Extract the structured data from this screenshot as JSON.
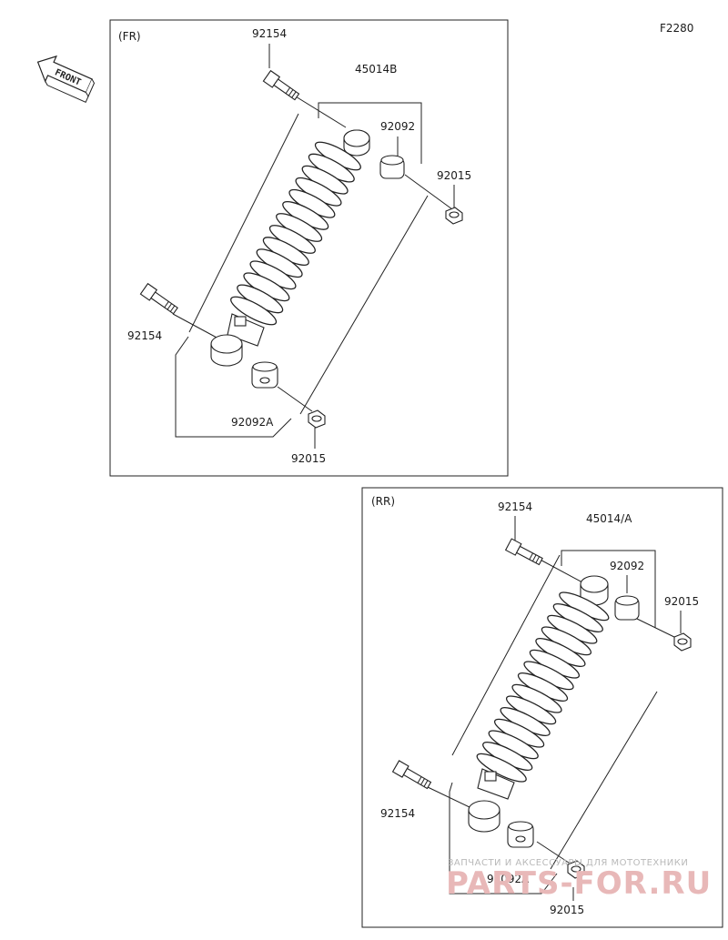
{
  "figure_code": "F2280",
  "front_label": "FRONT",
  "colors": {
    "line": "#222222",
    "watermark_red": "#e8b8b8",
    "watermark_gray": "#b9b9b9"
  },
  "sections": [
    {
      "id": "front",
      "title": "(FR)",
      "labels": {
        "bolt_top": "92154",
        "assembly": "45014B",
        "bushing": "92092",
        "nut_top": "92015",
        "bolt_bottom": "92154",
        "bushing_bottom": "92092A",
        "nut_bottom": "92015"
      }
    },
    {
      "id": "rear",
      "title": "(RR)",
      "labels": {
        "bolt_top": "92154",
        "assembly": "45014/A",
        "bushing": "92092",
        "nut_top": "92015",
        "bolt_bottom": "92154",
        "bushing_bottom": "92092A",
        "nut_bottom": "92015"
      }
    }
  ],
  "watermark": {
    "tagline": "ЗАПЧАСТИ И АКСЕССУАРЫ ДЛЯ МОТОТЕХНИКИ",
    "brand": "PARTS-FOR.RU"
  }
}
